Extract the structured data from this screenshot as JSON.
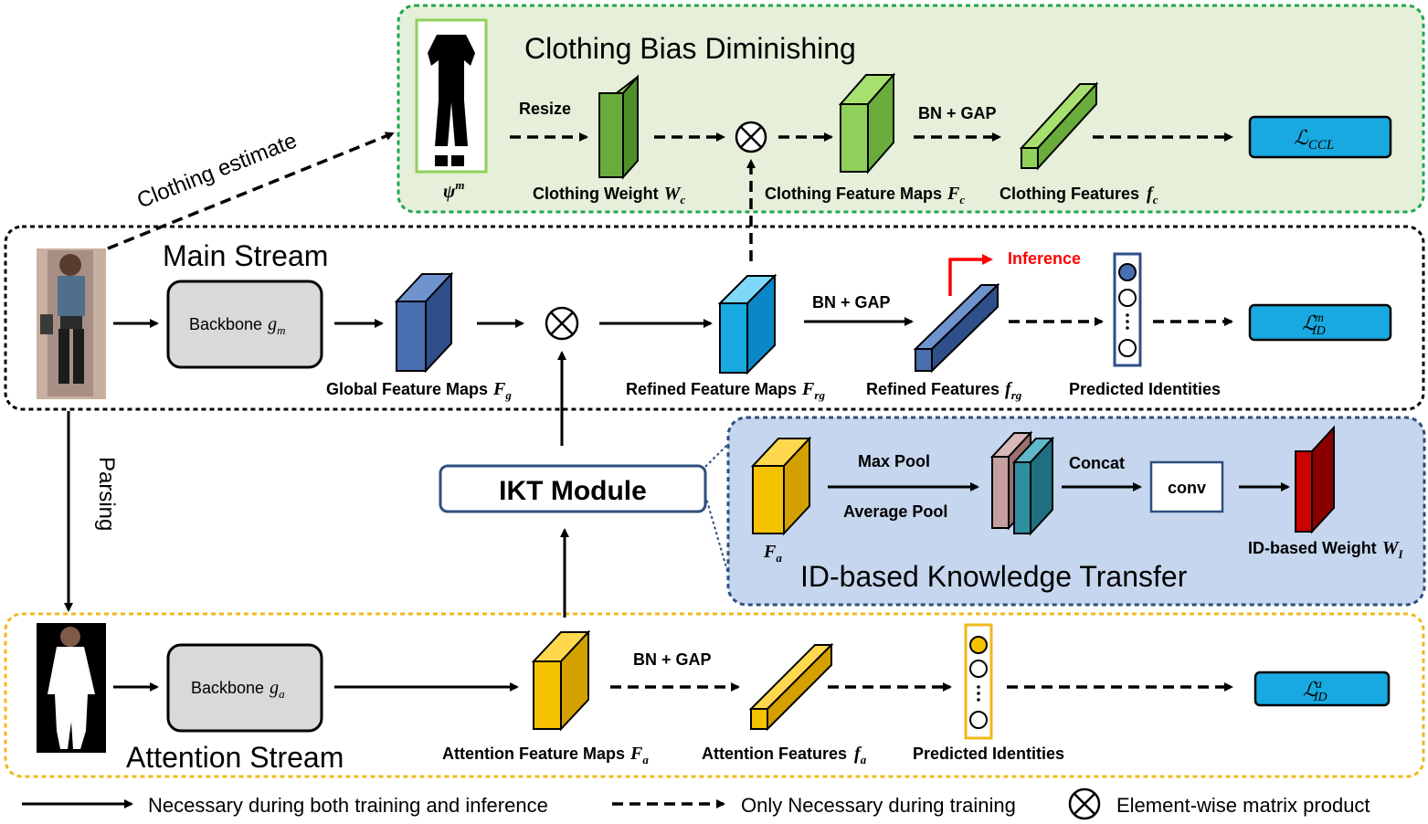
{
  "cbd": {
    "title": "Clothing Bias Diminishing",
    "psi_label": "ψ",
    "psi_sup": "m",
    "resize": "Resize",
    "bn_gap": "BN + GAP",
    "clothing_weight": "Clothing Weight",
    "clothing_weight_sym": "W",
    "clothing_weight_sub": "c",
    "clothing_feature_maps": "Clothing Feature Maps",
    "clothing_feature_maps_sym": "F",
    "clothing_feature_maps_sub": "c",
    "clothing_features": "Clothing Features",
    "clothing_features_sym": "f",
    "clothing_features_sub": "c",
    "loss": "ℒ",
    "loss_sub": "CCL"
  },
  "clothing_estimate": "Clothing estimate",
  "parsing": "Parsing",
  "main": {
    "title": "Main Stream",
    "backbone": "Backbone",
    "backbone_sym": "g",
    "backbone_sub": "m",
    "global_maps": "Global Feature Maps",
    "global_maps_sym": "F",
    "global_maps_sub": "g",
    "bn_gap": "BN + GAP",
    "refined_maps": "Refined Feature Maps",
    "refined_maps_sym": "F",
    "refined_maps_sub": "rg",
    "refined_features": "Refined Features",
    "refined_features_sym": "f",
    "refined_features_sub": "rg",
    "inference": "Inference",
    "predicted": "Predicted Identities",
    "loss": "ℒ",
    "loss_sup": "m",
    "loss_sub": "ID"
  },
  "ikt": {
    "module": "IKT Module",
    "title": "ID-based Knowledge Transfer",
    "maxpool": "Max Pool",
    "avgpool": "Average Pool",
    "concat": "Concat",
    "conv": "conv",
    "fa_sym": "F",
    "fa_sub": "a",
    "weight": "ID-based Weight",
    "weight_sym": "W",
    "weight_sub": "I"
  },
  "att": {
    "title": "Attention Stream",
    "backbone": "Backbone",
    "backbone_sym": "g",
    "backbone_sub": "a",
    "bn_gap": "BN + GAP",
    "maps": "Attention Feature Maps",
    "maps_sym": "F",
    "maps_sub": "a",
    "features": "Attention Features",
    "features_sym": "f",
    "features_sub": "a",
    "predicted": "Predicted  Identities",
    "loss": "ℒ",
    "loss_sup": "a",
    "loss_sub": "ID"
  },
  "legend": {
    "solid": "Necessary during both training and inference",
    "dashed": "Only Necessary during training",
    "product": "Element-wise matrix product"
  },
  "colors": {
    "green_region": "#e6efd9",
    "green_border": "#1fa84a",
    "blue_region": "#c5d6ee",
    "blue_border": "#2e4f7c",
    "yellow_border": "#f0b81a",
    "loss_fill": "#18a9e0",
    "inference": "#ff0000"
  }
}
